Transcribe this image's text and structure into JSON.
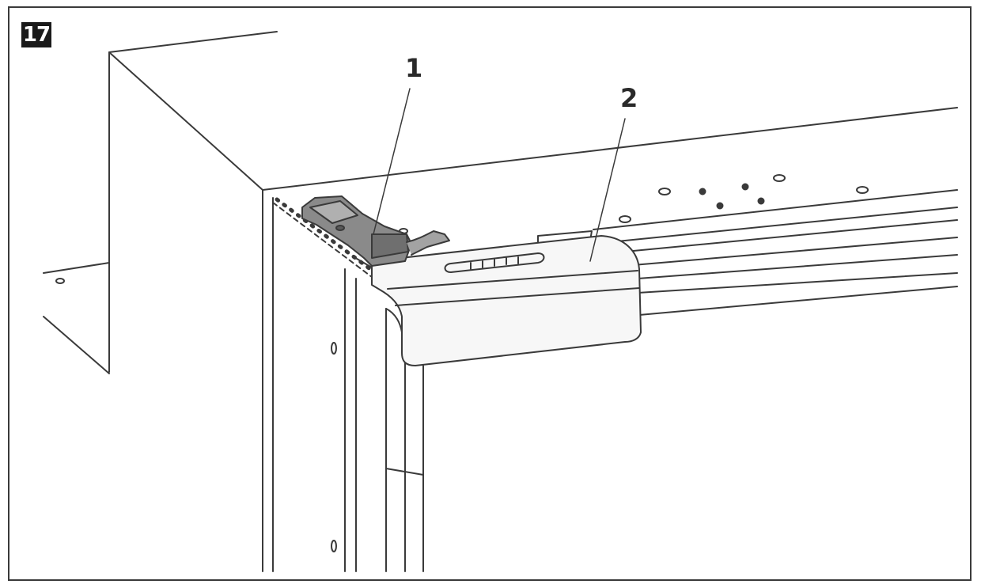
{
  "figure": {
    "step_number": "17",
    "callouts": [
      {
        "id": "1",
        "label": "1"
      },
      {
        "id": "2",
        "label": "2"
      }
    ]
  },
  "colors": {
    "line": "#3a3a3a",
    "part_1_fill": "#8a8a8a",
    "part_2_fill": "#f7f7f7",
    "badge": "#1a1a1a"
  }
}
